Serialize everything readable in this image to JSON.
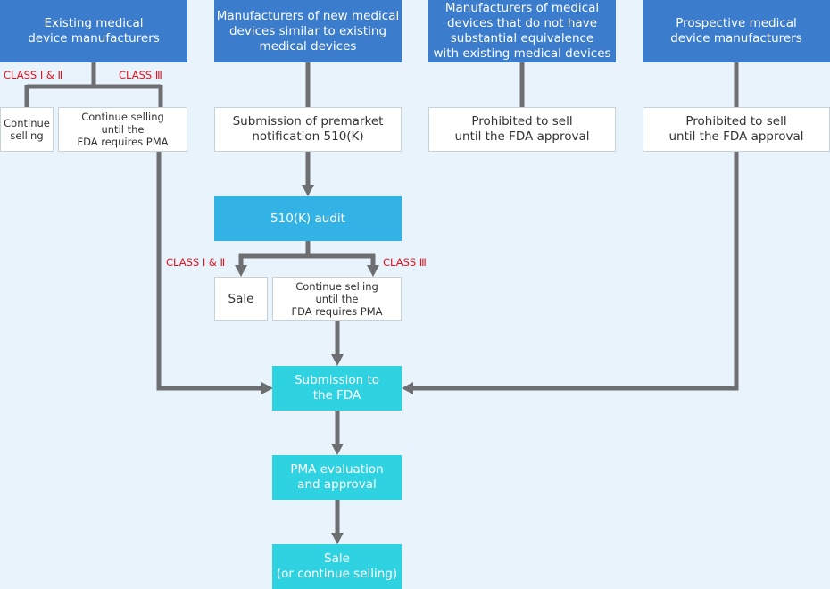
{
  "colors": {
    "background": "#e9f3fb",
    "header": "#3b7dcc",
    "audit": "#33b2e5",
    "process": "#2fd2e0",
    "connector": "#6d6e71",
    "class_label": "#e0141e"
  },
  "headers": {
    "existing": "Existing medical\ndevice manufacturers",
    "new_similar": "Manufacturers of new medical\ndevices similar to existing\nmedical devices",
    "not_equivalent": "Manufacturers of medical\ndevices that do not have\nsubstantial equivalence\nwith existing medical devices",
    "prospective": "Prospective medical\ndevice manufacturers"
  },
  "labels": {
    "class_1_2_top": "CLASS Ⅰ & Ⅱ",
    "class_3_top": "CLASS Ⅲ",
    "class_1_2_mid": "CLASS Ⅰ & Ⅱ",
    "class_3_mid": "CLASS Ⅲ"
  },
  "boxes": {
    "continue_selling": "Continue\nselling",
    "continue_until_pma_top": "Continue selling\nuntil the\nFDA requires PMA",
    "submission_510k": "Submission of premarket\nnotification 510(K)",
    "prohibited_1": "Prohibited to sell\nuntil the FDA approval",
    "prohibited_2": "Prohibited to sell\nuntil the FDA approval",
    "audit_510k": "510(K) audit",
    "sale_mid": "Sale",
    "continue_until_pma_mid": "Continue selling\nuntil the\nFDA requires PMA",
    "submission_fda": "Submission to\nthe FDA",
    "pma_evaluation": "PMA evaluation\nand approval",
    "sale_final": "Sale\n(or continue selling)"
  }
}
